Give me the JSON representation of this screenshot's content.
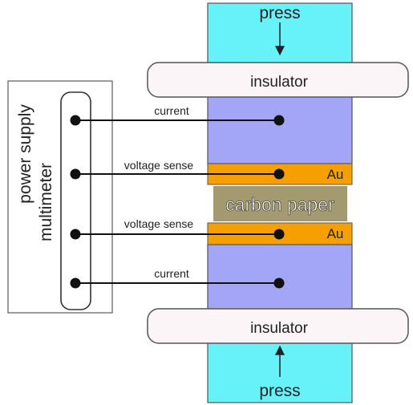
{
  "press_top": "press",
  "press_bottom": "press",
  "insulator_top": "insulator",
  "insulator_bottom": "insulator",
  "instrument": {
    "line1": "power supply",
    "line2": "multimeter"
  },
  "wires": {
    "current_top": "current",
    "voltage_sense_top": "voltage sense",
    "voltage_sense_bottom": "voltage sense",
    "current_bottom": "current"
  },
  "electrode_top": "Au",
  "electrode_bottom": "Au",
  "sample": "carbon paper",
  "colors": {
    "press_block": "#66f2f8",
    "electrode_block": "#a3a6f7",
    "gold_foil": "#f5a000",
    "carbon_paper": "#a49a70",
    "insulator": "#fbf5f8"
  }
}
